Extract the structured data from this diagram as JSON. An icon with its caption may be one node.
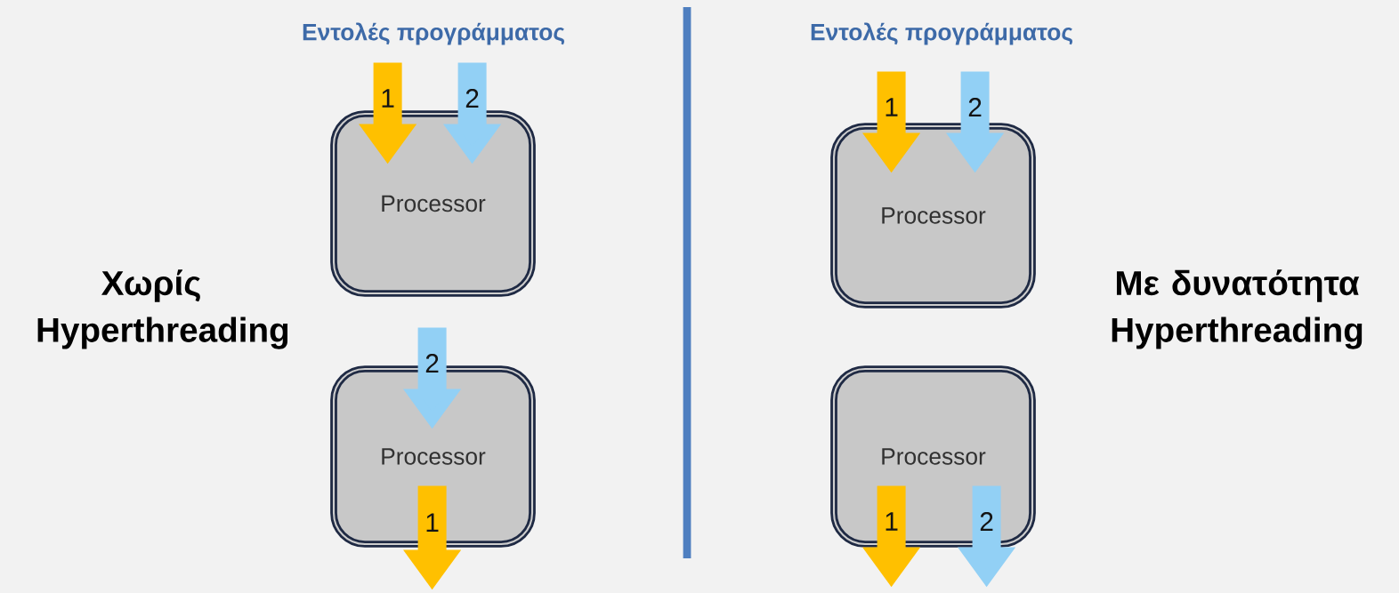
{
  "diagram": {
    "nodes": [
      {
        "text": [
          "Processor"
        ]
      },
      {
        "text": [
          "Processor"
        ]
      },
      {
        "text": [
          "Processor"
        ]
      },
      {
        "text": [
          "Processor"
        ]
      }
    ],
    "edges": [
      {
        "from": null,
        "to": 0,
        "arrow": "to",
        "label": "1",
        "color": "#ffc000"
      },
      {
        "from": null,
        "to": 0,
        "arrow": "to",
        "label": "2",
        "color": "#92d0f5"
      },
      {
        "from": null,
        "to": 1,
        "arrow": "to",
        "label": "2",
        "color": "#92d0f5"
      },
      {
        "from": 1,
        "to": null,
        "arrow": "to",
        "label": "1",
        "color": "#ffc000"
      },
      {
        "from": null,
        "to": 2,
        "arrow": "to",
        "label": "1",
        "color": "#ffc000"
      },
      {
        "from": null,
        "to": 2,
        "arrow": "to",
        "label": "2",
        "color": "#92d0f5"
      },
      {
        "from": 3,
        "to": null,
        "arrow": "to",
        "label": "1",
        "color": "#ffc000"
      },
      {
        "from": 3,
        "to": null,
        "arrow": "to",
        "label": "2",
        "color": "#92d0f5"
      }
    ],
    "labels": [
      "Εντολές προγράμματος",
      "Εντολές προγράμματος",
      "Χωρίς Hyperthreading",
      "Με δυνατότητα Hyperthreading"
    ]
  }
}
